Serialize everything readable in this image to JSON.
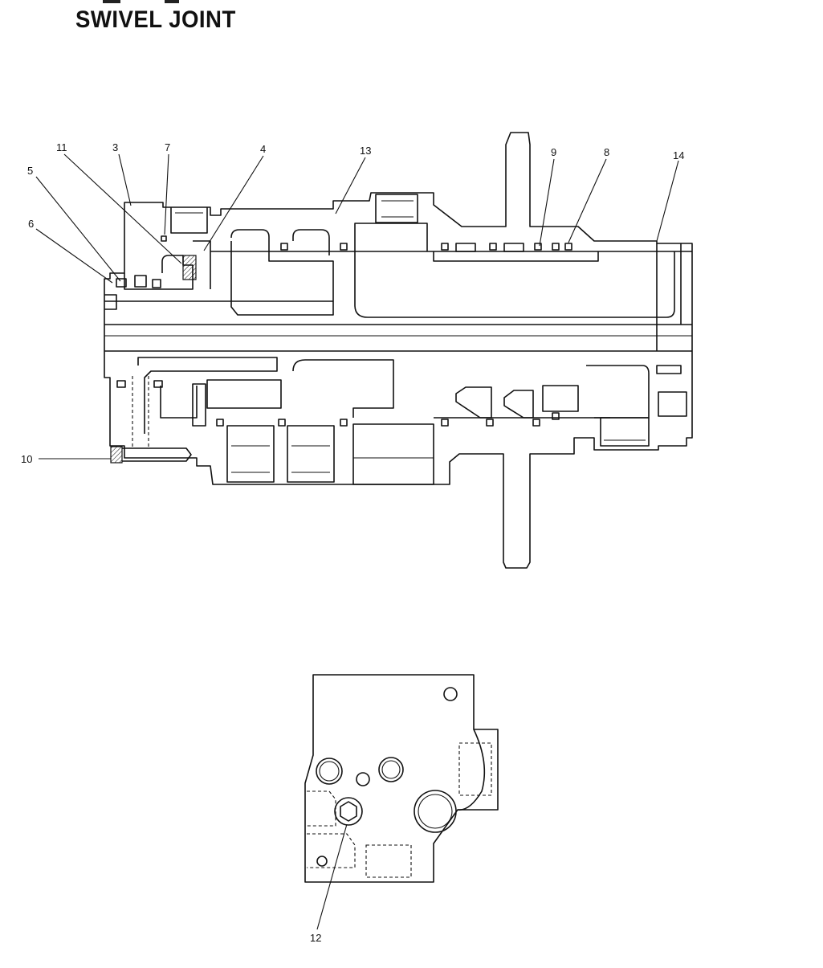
{
  "title": "SWIVEL JOINT",
  "callouts": [
    {
      "id": "c11",
      "label": "11"
    },
    {
      "id": "c3",
      "label": "3"
    },
    {
      "id": "c7",
      "label": "7"
    },
    {
      "id": "c4",
      "label": "4"
    },
    {
      "id": "c13",
      "label": "13"
    },
    {
      "id": "c9",
      "label": "9"
    },
    {
      "id": "c8",
      "label": "8"
    },
    {
      "id": "c14",
      "label": "14"
    },
    {
      "id": "c5",
      "label": "5"
    },
    {
      "id": "c6",
      "label": "6"
    },
    {
      "id": "c10",
      "label": "10"
    },
    {
      "id": "c12",
      "label": "12"
    }
  ],
  "colors": {
    "ink": "#111111",
    "paper": "#ffffff",
    "hatch": "#111111"
  }
}
